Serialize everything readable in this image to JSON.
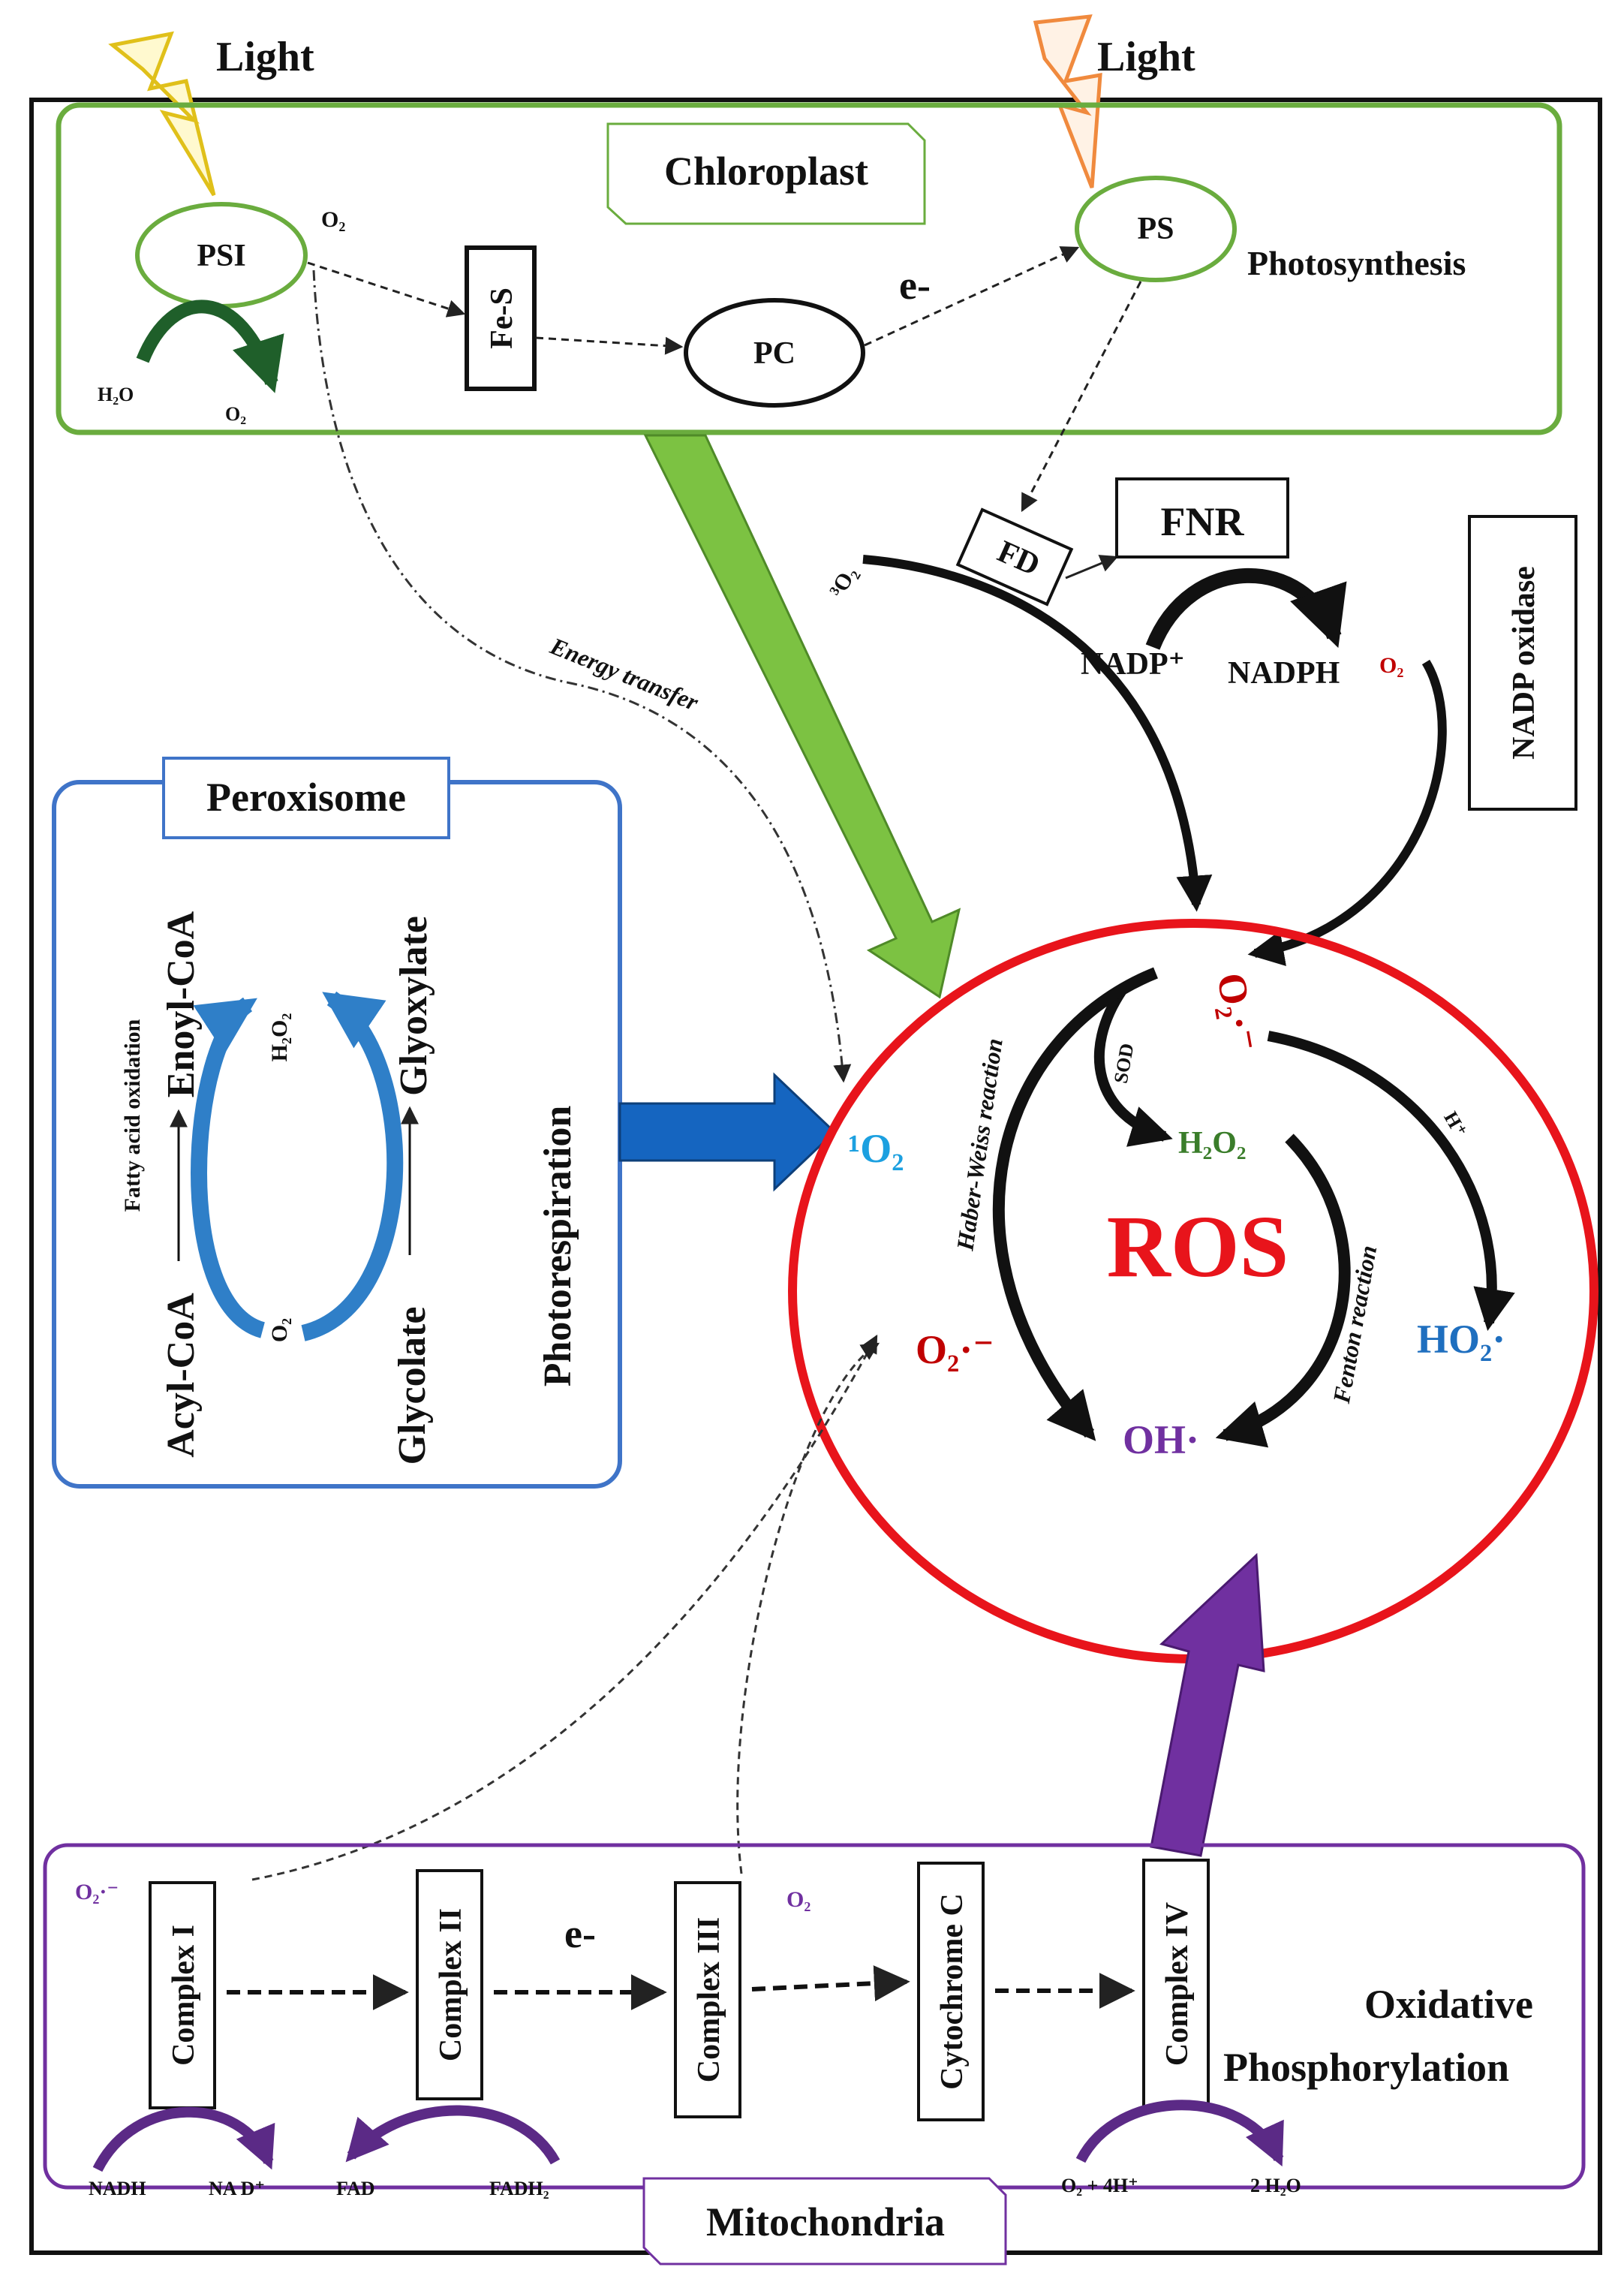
{
  "light": [
    "Light",
    "Light"
  ],
  "chloroplast": {
    "title": "Chloroplast",
    "psi": "PSI",
    "o2_top": "O₂",
    "h2o": "H₂O",
    "o2_bottom": "O₂",
    "fes": "Fe-S",
    "pc": "PC",
    "electron": "e-",
    "ps": "PS",
    "process": "Photosynthesis",
    "fd": "FD",
    "fnr": "FNR",
    "nadp_plus": "NADP⁺",
    "nadph": "NADPH",
    "o2_nadph": "O₂",
    "triplet_o2": "³O₂",
    "energy_transfer": "Energy transfer"
  },
  "nadp_oxidase": "NADP oxidase",
  "peroxisome": {
    "title": "Peroxisome",
    "acyl": "Acyl-CoA",
    "fatty": "Fatty acid oxidation",
    "enoyl": "Enoyl-CoA",
    "h2o2": "H₂O₂",
    "o2": "O₂",
    "glycolate": "Glycolate",
    "glyoxylate": "Glyoxylate",
    "process": "Photorespiration"
  },
  "ros": {
    "title": "ROS",
    "singlet_o2": "¹O₂",
    "superoxide_top": "O₂·⁻",
    "superoxide_left": "O₂·⁻",
    "h2o2": "H₂O₂",
    "oh": "OH·",
    "ho2": "HO₂·",
    "sod": "SOD",
    "h_plus": "H⁺",
    "haber_weiss": "Haber-Weiss reaction",
    "fenton": "Fenton reaction"
  },
  "mitochondria": {
    "title": "Mitochondria",
    "o2_superoxide": "O₂·⁻",
    "o2": "O₂",
    "electron": "e-",
    "complexes": [
      "Complex I",
      "Complex II",
      "Complex III",
      "Cytochrome C",
      "Complex IV"
    ],
    "nadh": "NADH",
    "nad": "NA D⁺",
    "fad": "FAD",
    "fadh2": "FADH₂",
    "o2_4h": "O₂ + 4H⁺",
    "water": "2 H₂O",
    "process_1": "Oxidative",
    "process_2": "Phosphorylation"
  },
  "colors": {
    "chloroplast": "#6aac3e",
    "peroxisome": "#3f74c8",
    "ros_circle": "#e8141b",
    "mitochondria": "#7030a0",
    "blue_arrow": "#1565c0",
    "green_arrow": "#7cc242"
  }
}
